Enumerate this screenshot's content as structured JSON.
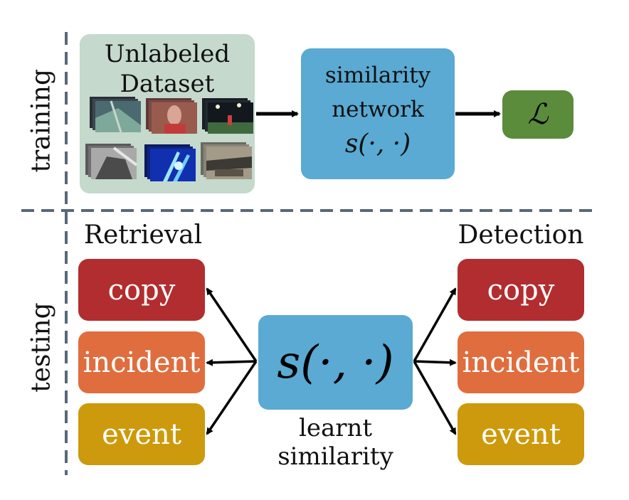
{
  "labels": {
    "training": "training",
    "testing": "testing",
    "dataset_line1": "Unlabeled",
    "dataset_line2": "Dataset",
    "net_line1": "similarity",
    "net_line2": "network",
    "net_func": "s(·, ·)",
    "loss": "ℒ",
    "big_func": "s(·, ·)",
    "learnt_line1": "learnt",
    "learnt_line2": "similarity",
    "retrieval": "Retrieval",
    "detection": "Detection"
  },
  "retrieval_tasks": [
    "copy",
    "incident",
    "event"
  ],
  "detection_tasks": [
    "copy",
    "incident",
    "event"
  ],
  "colors": {
    "dataset_bg": "#c5d9cd",
    "network_blue": "#5aaad3",
    "loss_green": "#5a8c3c",
    "copy_red": "#b22d2f",
    "incident_orange": "#e06d3e",
    "event_gold": "#cc9a0c",
    "divider": "#5a6878"
  }
}
